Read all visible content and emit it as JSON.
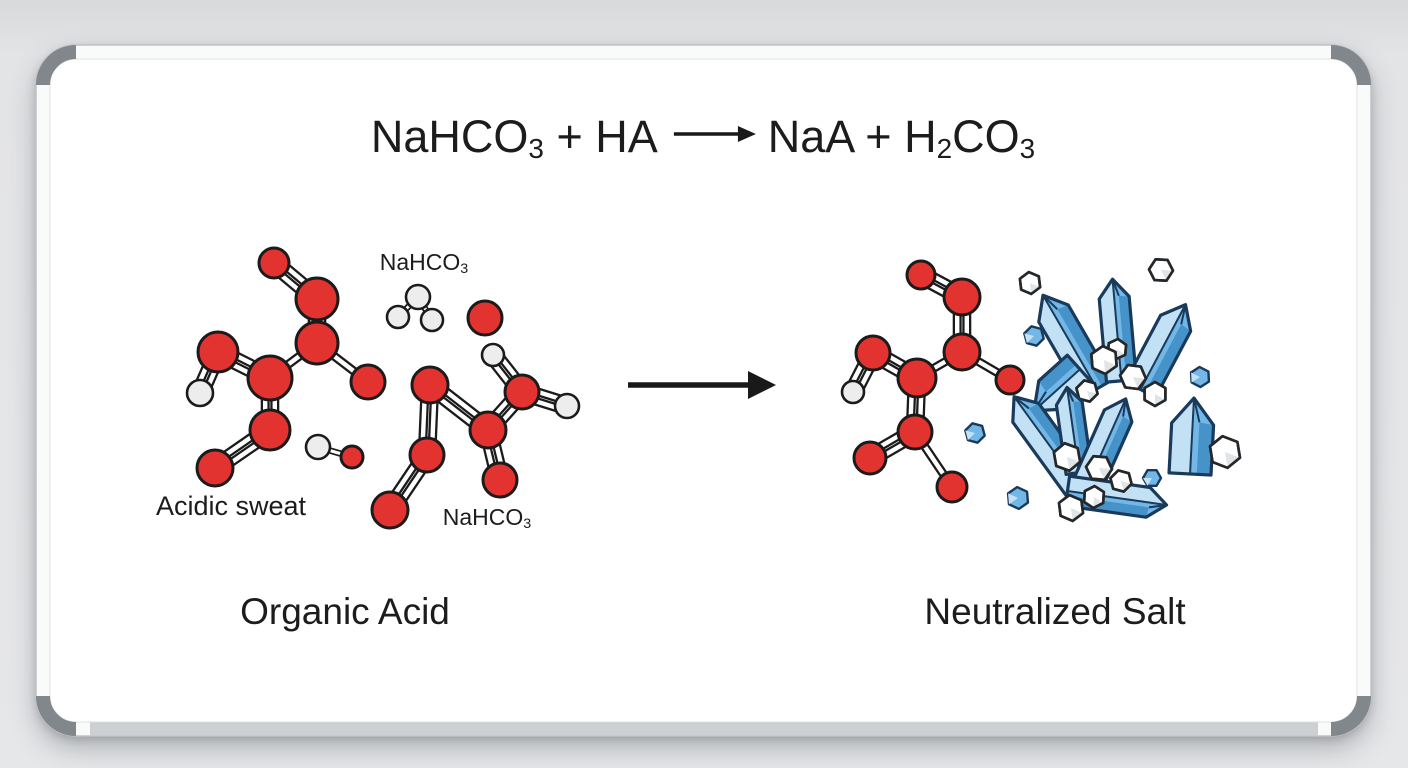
{
  "equation": {
    "lhs_formula": "NaHCO",
    "lhs_sub": "3",
    "lhs_rest": " + HA",
    "rhs_a": "NaA + H",
    "rhs_sub1": "2",
    "rhs_b": "CO",
    "rhs_sub2": "3"
  },
  "labels": {
    "reactant_small_top": {
      "main": "NaHCO",
      "sub": "3"
    },
    "reactant_small_bottom": {
      "main": "NaHCO",
      "sub": "3"
    },
    "acidic_sweat": "Acidic sweat",
    "organic_acid": "Organic Acid",
    "neutralized_salt": "Neutralized Salt"
  },
  "colors": {
    "atom_red": "#e23330",
    "atom_white": "#ededed",
    "outline": "#1b1b1b",
    "bond_fill": "#ffffff",
    "crystal_mid": "#72b7e5",
    "crystal_light": "#c3e1f5",
    "crystal_dark": "#4593c9",
    "crystal_outline": "#1a3a5c",
    "white_crystal": "#ffffff",
    "white_crystal_shade": "#dfe4e7",
    "board_surface": "#ffffff",
    "frame": "#f9fafa",
    "frame_edge": "#bfc2c5",
    "frame_inner_edge": "#e0e2e4",
    "frame_bottom": "#ccd0d3",
    "corner_accent": "#82878c",
    "arrow": "#191919",
    "text": "#1c1c1c"
  }
}
